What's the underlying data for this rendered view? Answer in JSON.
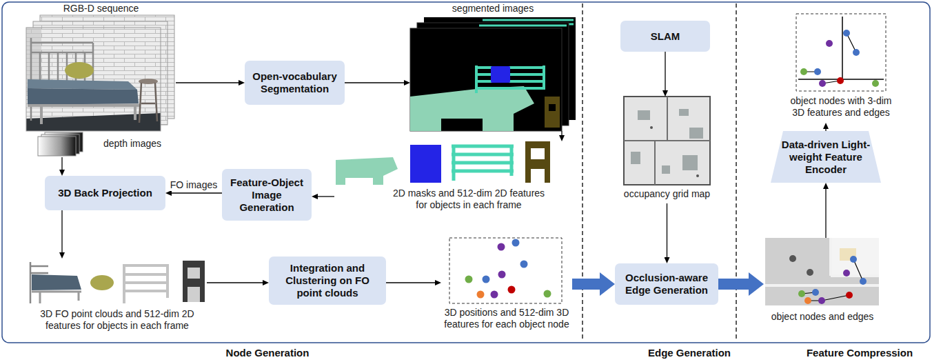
{
  "diagram": {
    "nodes": [
      {
        "text": [
          "RGB-D sequence"
        ]
      },
      {
        "text": [
          "Open-vocabulary Segmentation"
        ]
      },
      {
        "text": [
          "segmented images"
        ]
      },
      {
        "text": [
          "depth images"
        ]
      },
      {
        "text": [
          "2D masks and 512-dim 2D features for objects in each frame"
        ]
      },
      {
        "text": [
          "Feature-Object Image Generation"
        ]
      },
      {
        "text": [
          "3D Back Projection"
        ]
      },
      {
        "text": [
          "3D FO point clouds and 512-dim 2D features for objects in each frame"
        ]
      },
      {
        "text": [
          "Integration and Clustering on FO point clouds"
        ]
      },
      {
        "text": [
          "3D positions and 512-dim 3D features for each object node"
        ]
      },
      {
        "text": [
          "SLAM"
        ]
      },
      {
        "text": [
          "occupancy grid map"
        ]
      },
      {
        "text": [
          "Occlusion-aware Edge Generation"
        ]
      },
      {
        "text": [
          "object nodes and edges"
        ]
      },
      {
        "text": [
          "Data-driven Light-weight Feature Encoder"
        ]
      },
      {
        "text": [
          "object nodes with 3-dim 3D features and edges"
        ]
      }
    ],
    "edges": [
      {
        "from": 0,
        "to": 1,
        "arrow": "to"
      },
      {
        "from": 1,
        "to": 2,
        "arrow": "to"
      },
      {
        "from": 2,
        "to": 4,
        "arrow": "to"
      },
      {
        "from": 4,
        "to": 5,
        "arrow": "to"
      },
      {
        "from": 5,
        "to": 6,
        "arrow": "to",
        "label": "FO images"
      },
      {
        "from": 3,
        "to": 6,
        "arrow": "to"
      },
      {
        "from": 6,
        "to": 7,
        "arrow": "to"
      },
      {
        "from": 7,
        "to": 8,
        "arrow": "to"
      },
      {
        "from": 8,
        "to": 9,
        "arrow": "to"
      },
      {
        "from": 9,
        "to": 12,
        "arrow": "to"
      },
      {
        "from": 10,
        "to": 11,
        "arrow": "to"
      },
      {
        "from": 11,
        "to": 12,
        "arrow": "to"
      },
      {
        "from": 12,
        "to": 13,
        "arrow": "to"
      },
      {
        "from": 13,
        "to": 14,
        "arrow": "to"
      },
      {
        "from": 14,
        "to": 15,
        "arrow": "to"
      }
    ],
    "labels": [
      "Node Generation",
      "Edge Generation",
      "Feature Compression"
    ]
  }
}
